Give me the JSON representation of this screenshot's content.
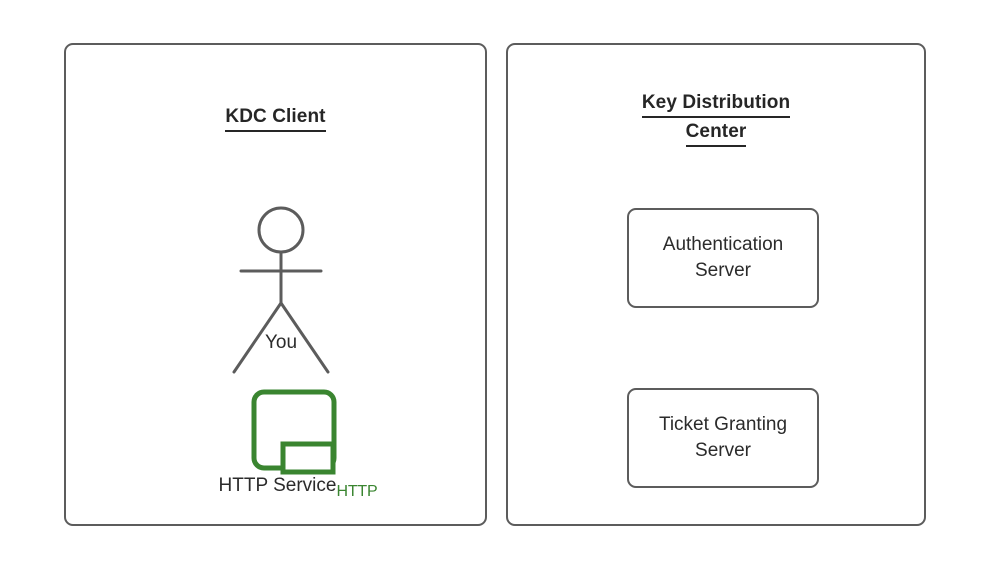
{
  "diagram": {
    "type": "architecture-diagram",
    "background_color": "#ffffff",
    "stroke_color": "#5c5c5c",
    "text_color": "#2b2b2b",
    "accent_green": "#3a8530"
  },
  "left_panel": {
    "title": "KDC Client",
    "actor": {
      "label": "You",
      "icon": "stick-figure-icon"
    },
    "service": {
      "label": "HTTP Service",
      "badge_text": "HTTP",
      "icon": "http-service-icon"
    }
  },
  "right_panel": {
    "title_line1": "Key Distribution",
    "title_line2": "Center",
    "nodes": [
      {
        "label": "Authentication\nServer"
      },
      {
        "label": "Ticket Granting\nServer"
      }
    ]
  }
}
